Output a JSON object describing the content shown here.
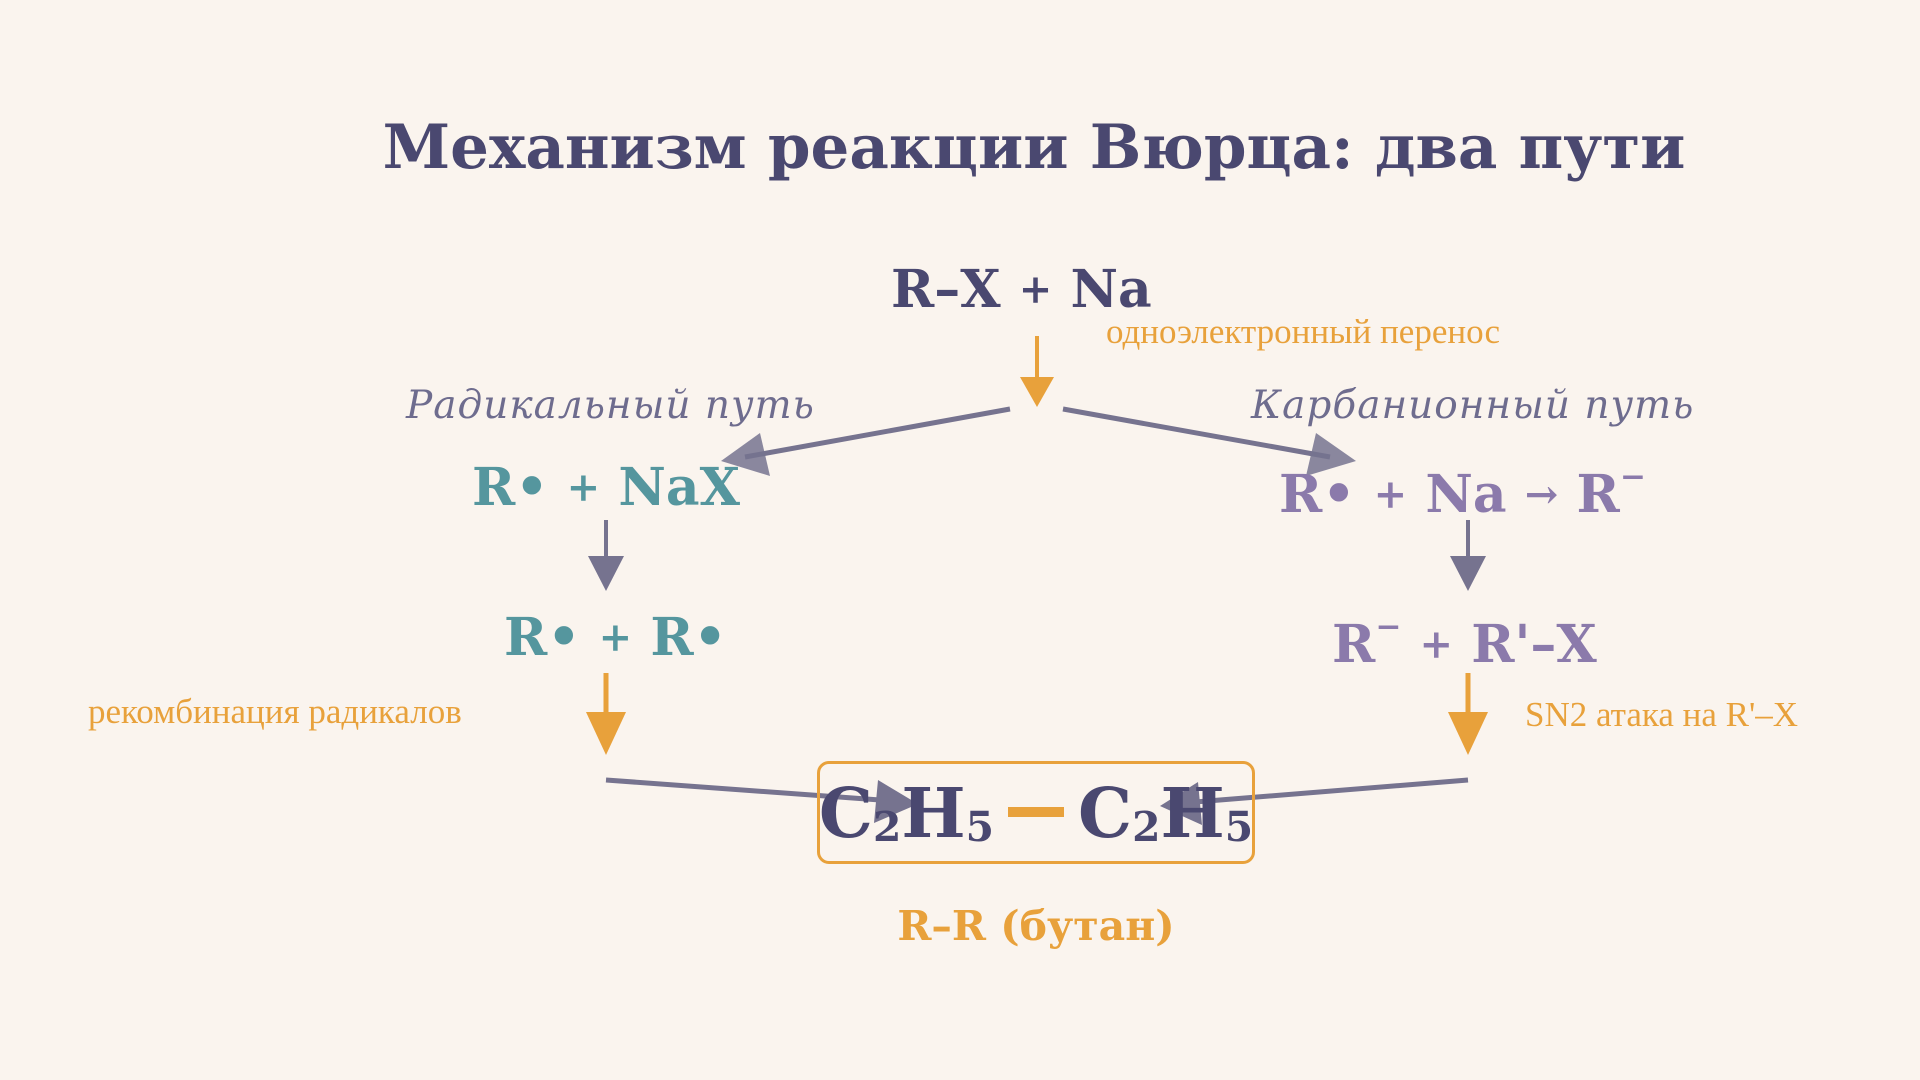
{
  "diagram": {
    "title": "Механизм реакции Вюрца: два пути",
    "reactants": {
      "rx": "R–X",
      "plus": "+",
      "na": "Na"
    },
    "electron_transfer_label": "одноэлектронный перенос",
    "radical_path": {
      "label": "Радикальный путь",
      "step1": {
        "a": "R•",
        "plus": "+",
        "b": "NaX"
      },
      "step2": {
        "a": "R•",
        "plus": "+",
        "b": "R•"
      },
      "note": "рекомбинация радикалов"
    },
    "carbanion_path": {
      "label": "Карбанионный путь",
      "step1": {
        "a": "R•",
        "plus": "+",
        "b": "Na",
        "arrow": "→",
        "c_base": "R",
        "c_charge": "−"
      },
      "step2": {
        "a_base": "R",
        "a_charge": "−",
        "plus": "+",
        "b": "R'–X"
      },
      "note": "SN2 атака на R'–X"
    },
    "product": {
      "left": {
        "c": "C",
        "c_sub": "2",
        "h": "H",
        "h_sub": "5"
      },
      "right": {
        "c": "C",
        "c_sub": "2",
        "h": "H",
        "h_sub": "5"
      },
      "name": "R–R  (бутан)"
    },
    "colors": {
      "background": "#faf4ee",
      "main": "#4a4870",
      "radical": "#55969e",
      "carbanion": "#8b7aab",
      "accent": "#e8a13b",
      "connector": "#76738f"
    }
  }
}
